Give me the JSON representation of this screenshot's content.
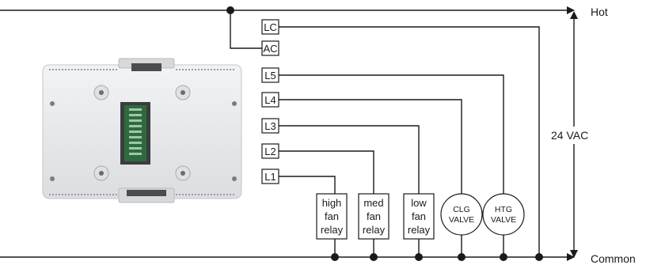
{
  "rails": {
    "hot_label": "Hot",
    "common_label": "Common",
    "voltage_label": "24 VAC"
  },
  "terminals": {
    "lc": "LC",
    "ac": "AC",
    "l5": "L5",
    "l4": "L4",
    "l3": "L3",
    "l2": "L2",
    "l1": "L1"
  },
  "loads": {
    "high_fan": [
      "high",
      "fan",
      "relay"
    ],
    "med_fan": [
      "med",
      "fan",
      "relay"
    ],
    "low_fan": [
      "low",
      "fan",
      "relay"
    ],
    "clg_valve": [
      "CLG",
      "VALVE"
    ],
    "htg_valve": [
      "HTG",
      "VALVE"
    ]
  },
  "device": {
    "description": "thermostat-back-plate"
  },
  "colors": {
    "wire": "#1a1a1a",
    "device_body": "#ecedee",
    "terminal_block": "#2f6a3e"
  }
}
